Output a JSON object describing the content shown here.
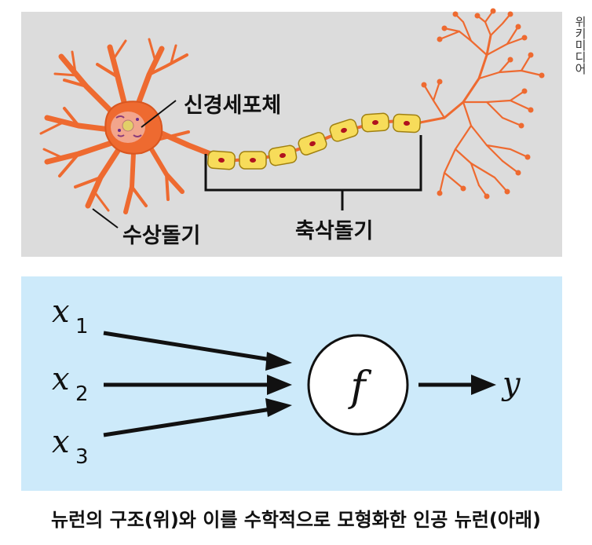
{
  "credit": "위키미디어",
  "top": {
    "cell_body_label": "신경세포체",
    "dendrite_label": "수상돌기",
    "axon_label": "축삭돌기"
  },
  "bottom": {
    "input1": "x",
    "input1_sub": "1",
    "input2": "x",
    "input2_sub": "2",
    "input3": "x",
    "input3_sub": "3",
    "function": "f",
    "output": "y"
  },
  "caption": "뉴런의 구조(위)와 이를 수학적으로 모형화한 인공 뉴런(아래)",
  "colors": {
    "top_bg": "#dcdcdc",
    "bottom_bg": "#cdeafa",
    "neuron": "#ee6a30",
    "myelin": "#f7dc5a",
    "nucleus_dot": "#b0121e"
  }
}
